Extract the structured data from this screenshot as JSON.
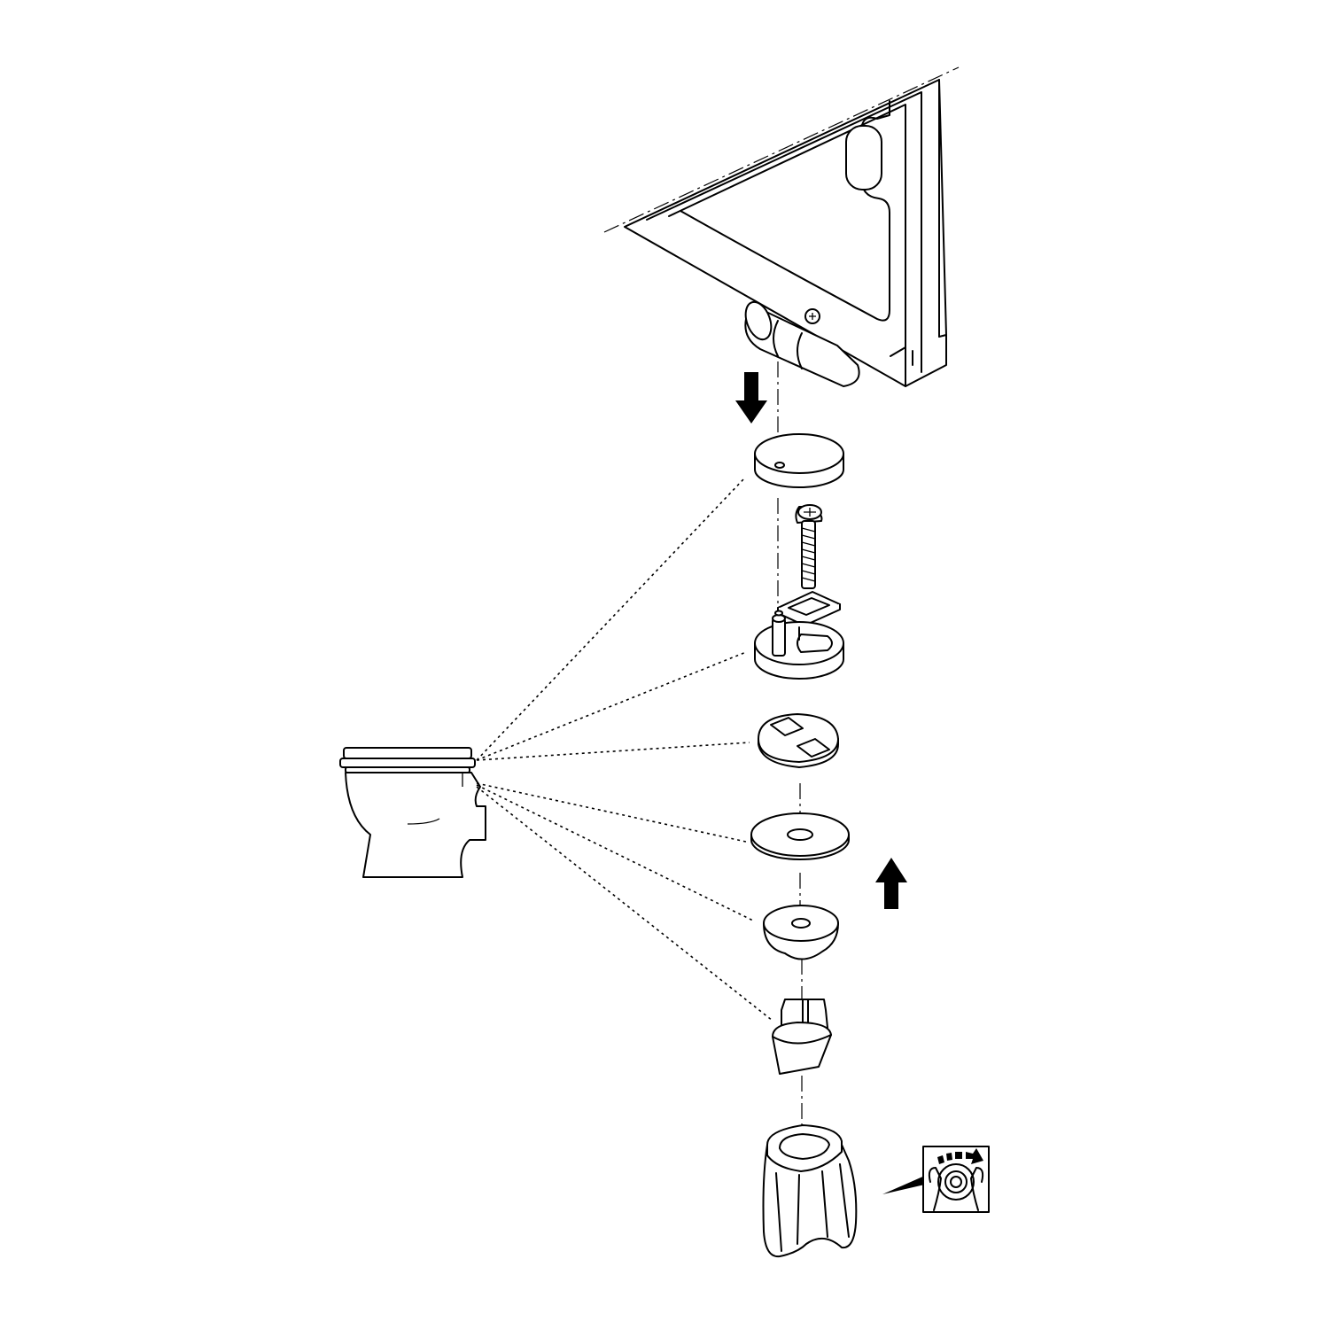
{
  "figure": {
    "type": "exploded-assembly-drawing",
    "line_color": "#000000",
    "background": "#ffffff",
    "components": [
      {
        "name": "toilet-seat-lid-hinge",
        "icon": "hinge-corner"
      },
      {
        "name": "cover-cap",
        "icon": "round-cap"
      },
      {
        "name": "screw",
        "icon": "screw"
      },
      {
        "name": "gasket",
        "icon": "rectangular-gasket"
      },
      {
        "name": "hinge-base",
        "icon": "round-base-with-pin"
      },
      {
        "name": "clip-plate",
        "icon": "clip-plate"
      },
      {
        "name": "washer",
        "icon": "flat-washer"
      },
      {
        "name": "rubber-grommet",
        "icon": "conical-grommet"
      },
      {
        "name": "expansion-anchor",
        "icon": "expansion-anchor"
      },
      {
        "name": "tightening-tool",
        "icon": "knob-tool"
      }
    ],
    "arrows": [
      "down",
      "up"
    ],
    "inset": {
      "icon": "hand-tightening-icon",
      "action": "rotate-clockwise"
    }
  }
}
